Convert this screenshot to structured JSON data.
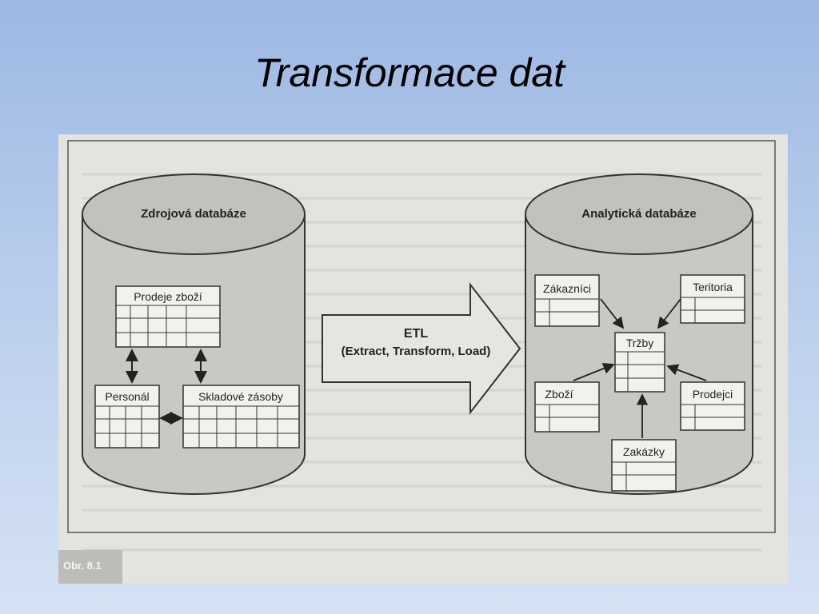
{
  "slide": {
    "title": "Transformace dat"
  },
  "diagram": {
    "source_db": {
      "title": "Zdrojová databáze",
      "tables": [
        "Prodeje zboží",
        "Personál",
        "Skladové zásoby"
      ]
    },
    "etl": {
      "line1": "ETL",
      "line2": "(Extract, Transform, Load)"
    },
    "target_db": {
      "title": "Analytická databáze",
      "tables": [
        "Zákazníci",
        "Teritoria",
        "Tržby",
        "Zboží",
        "Prodejci",
        "Zakázky"
      ]
    },
    "caption": "Obr. 8.1"
  }
}
